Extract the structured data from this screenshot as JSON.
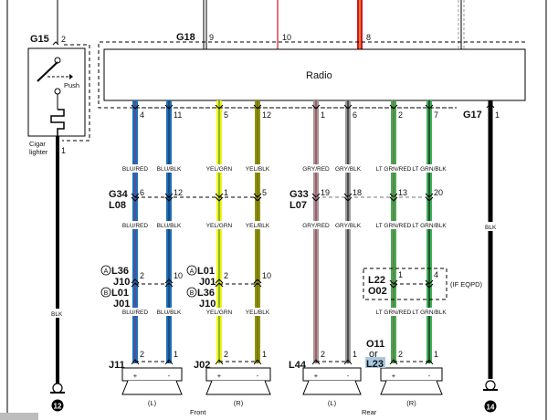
{
  "radio": {
    "label": "Radio"
  },
  "cigar_lighter": {
    "connector": "G15",
    "pin_top": "2",
    "pin_bottom": "1",
    "push_label": "Push",
    "label_line1": "Cigar",
    "label_line2": "lighter",
    "wire_color": "BLK",
    "ground": "12"
  },
  "top_connector": {
    "name": "G18",
    "pins": [
      "9",
      "10",
      "8"
    ]
  },
  "ground_right": {
    "connector": "G17",
    "pin": "1",
    "wire_color": "BLK",
    "ground": "14"
  },
  "radio_pins": [
    "4",
    "11",
    "5",
    "12",
    "1",
    "6",
    "2",
    "7"
  ],
  "wire_labels_upper": [
    "BLU/RED",
    "BLU/BLK",
    "YEL/GRN",
    "YEL/BLK",
    "GRY/RED",
    "GRY/BLK",
    "LT GRN/RED",
    "LT GRN/BLK"
  ],
  "wire_labels_lower": [
    "BLU/RED",
    "BLU/BLK",
    "YEL/GRN",
    "YEL/BLK",
    "GRY/RED",
    "GRY/BLK",
    "LT GRN/RED",
    "LT GRN/BLK"
  ],
  "wire_labels_bottom": [
    "BLU/RED",
    "BLU/BLK",
    "YEL/GRN",
    "YEL/BLK",
    "LT GRN/RED",
    "LT GRN/BLK"
  ],
  "front_inline": {
    "line1": "G34",
    "line2": "L08",
    "pins": [
      "6",
      "12",
      "1",
      "5"
    ]
  },
  "rear_inline": {
    "line1": "G33",
    "line2": "L07",
    "pins": [
      "19",
      "18",
      "13",
      "20"
    ]
  },
  "front_left_option": {
    "a": "L36",
    "a2": "J10",
    "b": "L01",
    "b2": "J01",
    "pins": [
      "2",
      "10"
    ]
  },
  "front_right_option": {
    "a": "L01",
    "a2": "J01",
    "b": "L36",
    "b2": "J10",
    "pins": [
      "2",
      "10"
    ]
  },
  "option_marks": {
    "a": "A",
    "b": "B"
  },
  "eqpd": {
    "line1": "L22",
    "line2": "O02",
    "pins": [
      "1",
      "4"
    ],
    "note": "(IF EQPD)"
  },
  "speakers": [
    {
      "connector": "J11",
      "pins": [
        "2",
        "1"
      ],
      "side": "(L)"
    },
    {
      "connector": "J02",
      "pins": [
        "2",
        "1"
      ],
      "side": "(R)"
    },
    {
      "connector": "L44",
      "pins": [
        "2",
        "1"
      ],
      "side": "(L)"
    },
    {
      "connector_line1": "O11",
      "connector_line2": "or",
      "connector": "L23",
      "pins": [
        "2",
        "1"
      ],
      "side": "(R)"
    }
  ],
  "speaker_terminals": {
    "plus": "+",
    "minus": "-"
  },
  "groups": {
    "front": "Front",
    "rear": "Rear"
  },
  "colors": {
    "blue": "#1f6fb5",
    "yellow": "#f2f21a",
    "gray": "#9a9a9a",
    "green": "#3fae5a",
    "red": "#d2142a",
    "black": "#000000",
    "highlight": "#a9c8e0"
  }
}
